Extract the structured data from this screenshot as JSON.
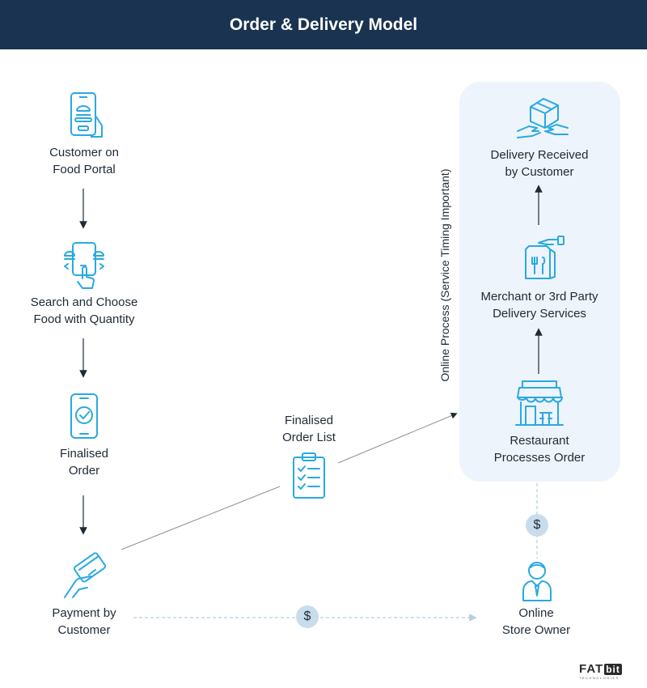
{
  "header": {
    "title": "Order & Delivery Model"
  },
  "nodes": {
    "customer_portal": {
      "line1": "Customer on",
      "line2": "Food Portal"
    },
    "search_choose": {
      "line1": "Search and Choose",
      "line2": "Food with Quantity"
    },
    "finalised_order": {
      "line1": "Finalised",
      "line2": "Order"
    },
    "payment": {
      "line1": "Payment by",
      "line2": "Customer"
    },
    "order_list": {
      "line1": "Finalised",
      "line2": "Order List"
    },
    "delivery_received": {
      "line1": "Delivery Received",
      "line2": "by Customer"
    },
    "merchant_delivery": {
      "line1": "Merchant or 3rd Party",
      "line2": "Delivery Services"
    },
    "restaurant": {
      "line1": "Restaurant",
      "line2": "Processes Order"
    },
    "store_owner": {
      "line1": "Online",
      "line2": "Store Owner"
    }
  },
  "online_process_label": "Online Process (Service Timing Important)",
  "currency_symbol": "$",
  "logo": {
    "main": "FAT",
    "badge": "bit",
    "sub": "TECHNOLOGIES"
  },
  "icons": [
    "phone-food-icon",
    "phone-touch-icon",
    "phone-check-icon",
    "card-payment-icon",
    "clipboard-icon",
    "delivery-hands-icon",
    "food-bag-icon",
    "restaurant-icon",
    "store-owner-icon"
  ],
  "colors": {
    "header_bg": "#1a3350",
    "accent": "#29a9e1",
    "panel_bg": "#eef4fb",
    "dollar_bg": "#c9dceb"
  }
}
